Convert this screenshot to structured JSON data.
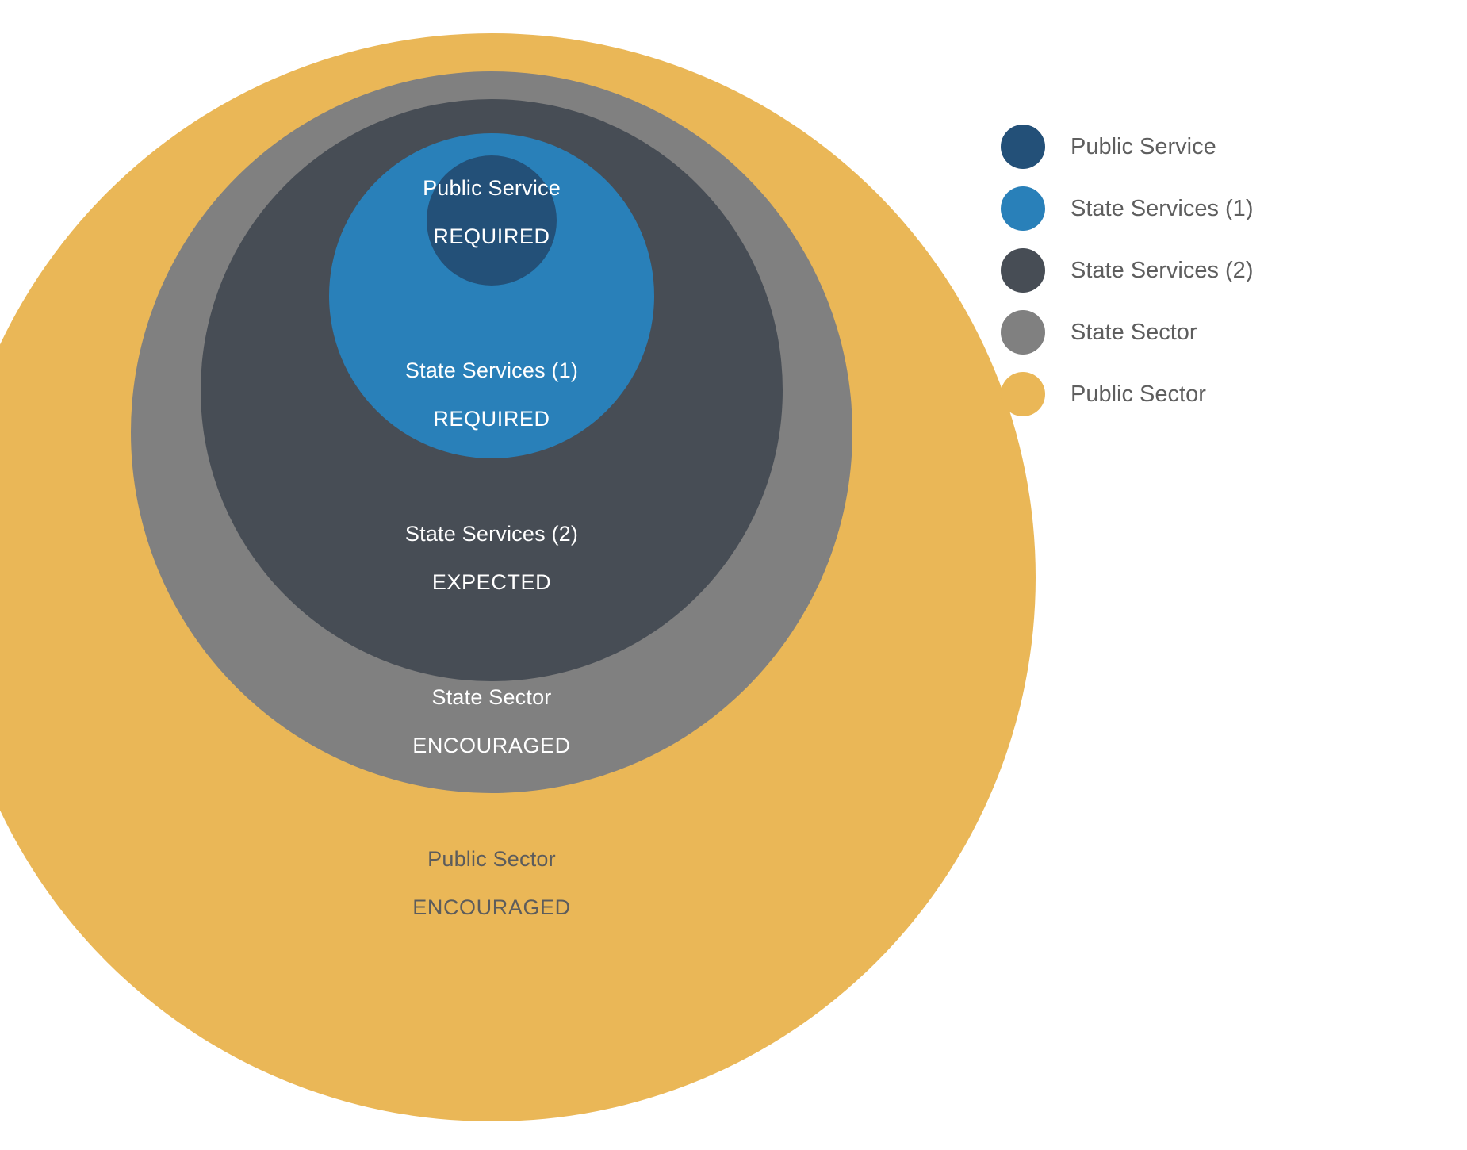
{
  "chart_data": {
    "type": "pie",
    "title": "",
    "subtype": "onion-diagram-concentric-circles",
    "legend_position": "right",
    "rings": [
      {
        "id": "public-service",
        "label": "Public Service",
        "status": "REQUIRED",
        "color": "#235078",
        "text_color": "#ffffff",
        "level": 1
      },
      {
        "id": "state-services-1",
        "label": "State Services (1)",
        "status": "REQUIRED",
        "color": "#2980b9",
        "text_color": "#ffffff",
        "level": 2
      },
      {
        "id": "state-services-2",
        "label": "State Services (2)",
        "status": "EXPECTED",
        "color": "#474d55",
        "text_color": "#ffffff",
        "level": 3
      },
      {
        "id": "state-sector",
        "label": "State Sector",
        "status": "ENCOURAGED",
        "color": "#808080",
        "text_color": "#ffffff",
        "level": 4
      },
      {
        "id": "public-sector",
        "label": "Public Sector",
        "status": "ENCOURAGED",
        "color": "#eab757",
        "text_color": "#5c5c5c",
        "level": 5
      }
    ],
    "legend": [
      {
        "label": "Public Service",
        "color": "#235078"
      },
      {
        "label": "State Services (1)",
        "color": "#2980b9"
      },
      {
        "label": "State Services (2)",
        "color": "#474d55"
      },
      {
        "label": "State Sector",
        "color": "#808080"
      },
      {
        "label": "Public Sector",
        "color": "#eab757"
      }
    ]
  },
  "colors": {
    "background": "#ffffff",
    "legend_text": "#5e5e5e",
    "public_service": "#235078",
    "state_services_1": "#2980b9",
    "state_services_2": "#474d55",
    "state_sector": "#808080",
    "public_sector": "#eab757"
  }
}
